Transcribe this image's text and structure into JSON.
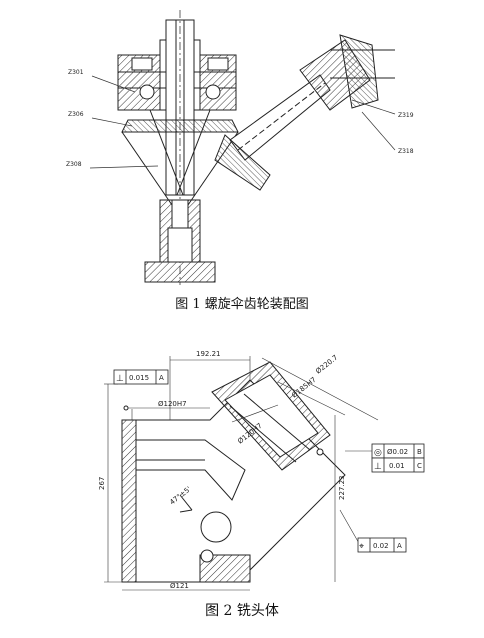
{
  "figure1": {
    "caption": "图 1  螺旋伞齿轮装配图",
    "callouts": [
      "Z301",
      "Z306",
      "Z308",
      "Z319",
      "Z318"
    ]
  },
  "figure2": {
    "caption": "图 2  铣头体",
    "dims": {
      "d1": "192.21",
      "d2": "Ø220.7",
      "d3": "Ø185H7",
      "d4": "Ø120H7",
      "d5": "Ø120H7",
      "d6": "267",
      "d7": "227.23",
      "d8": "Ø121",
      "d9": "47°±5'"
    },
    "gdt": {
      "perp_top": {
        "symbol": "⊥",
        "value": "0.015",
        "datum": "A"
      },
      "runout": {
        "symbol": "◎",
        "value": "Ø0.02",
        "datum": "B"
      },
      "perp_c": {
        "symbol": "⊥",
        "value": "0.01",
        "datum": "C"
      },
      "position": {
        "symbol": "⌖",
        "value": "0.02",
        "datum": "A"
      }
    }
  }
}
